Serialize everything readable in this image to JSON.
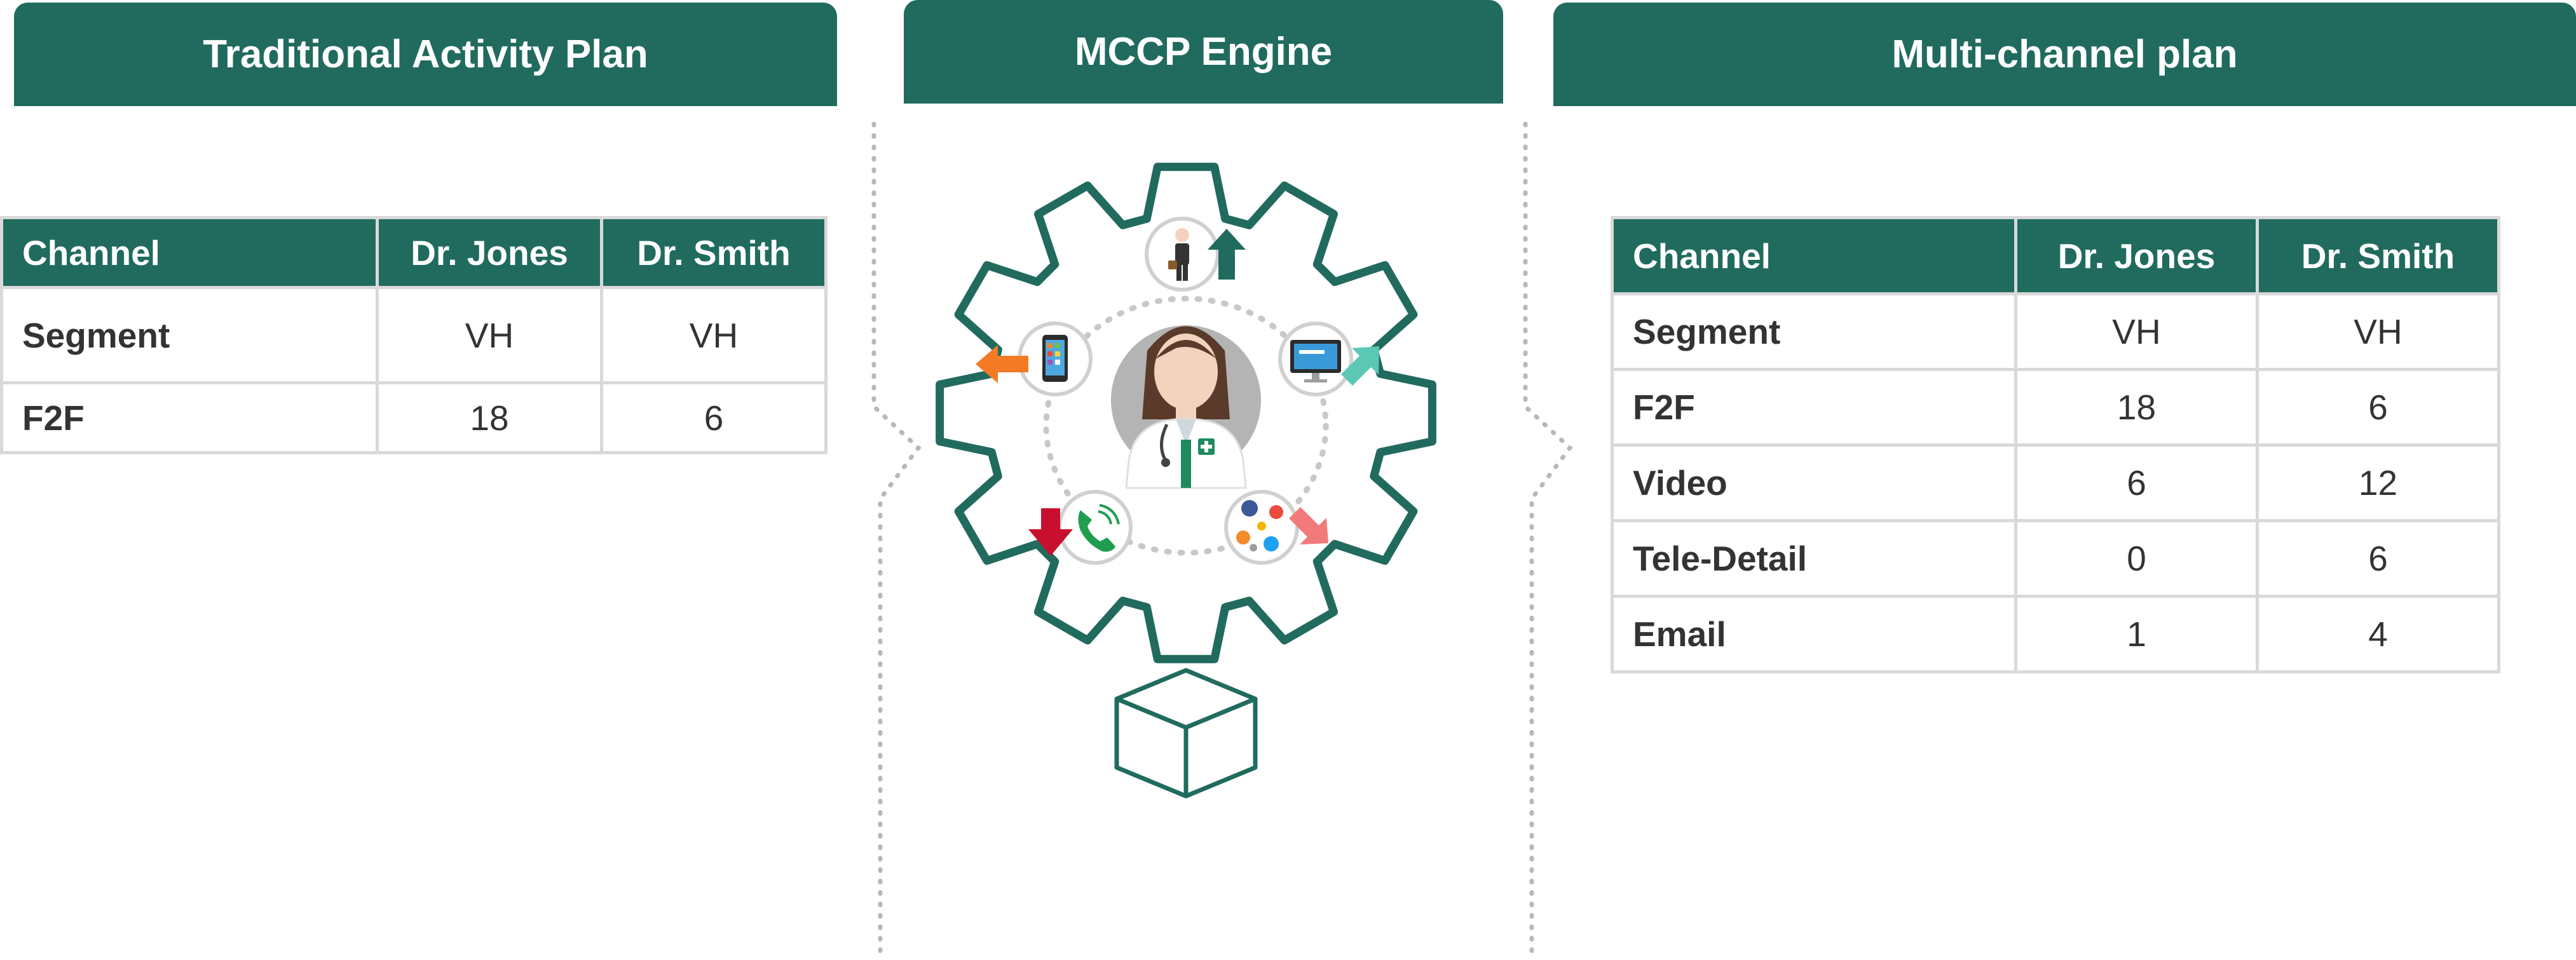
{
  "colors": {
    "accent": "#216b5e",
    "border": "#d9d9d9",
    "text": "#333333"
  },
  "panels": {
    "left": {
      "title": "Traditional Activity Plan",
      "table": {
        "headers": [
          "Channel",
          "Dr. Jones",
          "Dr. Smith"
        ],
        "rows": [
          [
            "Segment",
            "VH",
            "VH"
          ],
          [
            "F2F",
            "18",
            "6"
          ]
        ]
      }
    },
    "center": {
      "title": "MCCP Engine",
      "icons": [
        "gear-icon",
        "doctor-icon",
        "sales-rep-icon",
        "smartphone-icon",
        "computer-icon",
        "phone-call-icon",
        "social-media-icon",
        "box-icon"
      ]
    },
    "right": {
      "title": "Multi-channel plan",
      "table": {
        "headers": [
          "Channel",
          "Dr. Jones",
          "Dr. Smith"
        ],
        "rows": [
          [
            "Segment",
            "VH",
            "VH"
          ],
          [
            "F2F",
            "18",
            "6"
          ],
          [
            "Video",
            "6",
            "12"
          ],
          [
            "Tele-Detail",
            "0",
            "6"
          ],
          [
            "Email",
            "1",
            "4"
          ]
        ]
      }
    }
  }
}
